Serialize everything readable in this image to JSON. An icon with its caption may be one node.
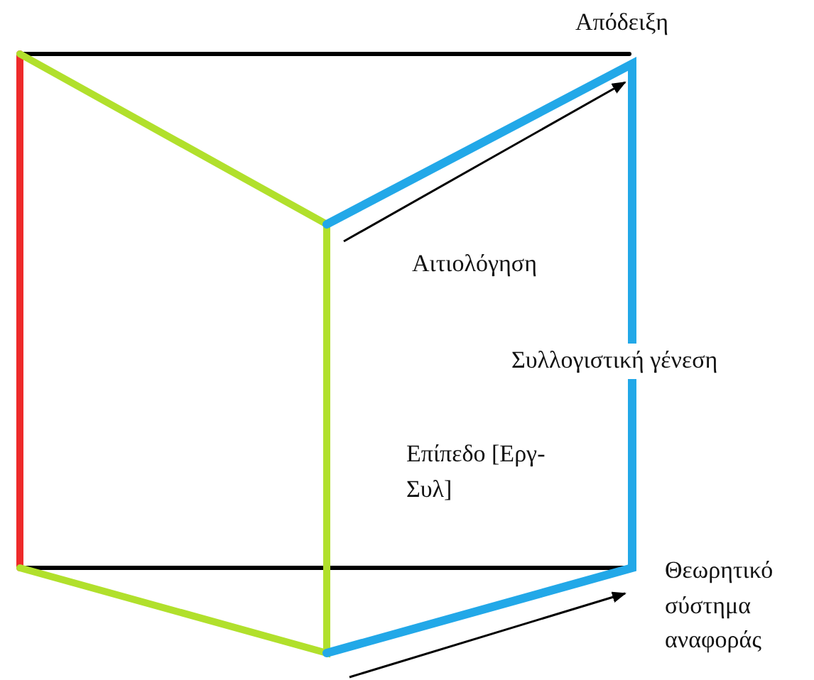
{
  "diagram": {
    "labels": [
      "Απόδειξη",
      "Αιτιολόγηση",
      "Συλλογιστική γένεση",
      "Επίπεδο [Εργ-Συλ]",
      "Θεωρητικό σύστημα αναφοράς"
    ]
  }
}
